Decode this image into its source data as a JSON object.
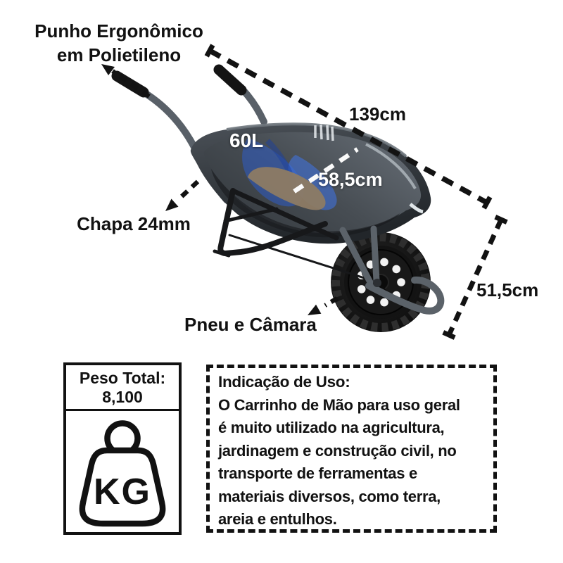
{
  "page": {
    "background": "#ffffff"
  },
  "annotations": {
    "handle_material": {
      "line1": "Punho Ergonômico",
      "line2": "em Polietileno"
    },
    "length": "139cm",
    "capacity": "60L",
    "bucket_width": "58,5cm",
    "sheet": "Chapa 24mm",
    "height": "51,5cm",
    "tire": "Pneu e Câmara"
  },
  "weight_box": {
    "title": "Peso Total:",
    "value": "8,100",
    "unit": "KG"
  },
  "usage_box": {
    "title": "Indicação de Uso:",
    "lines": [
      "O Carrinho de Mão para uso geral",
      "é muito utilizado na agricultura,",
      "jardinagem e construção civil, no",
      "transporte de ferramentas e",
      "materiais diversos, como terra,",
      "areia e entulhos."
    ]
  },
  "colors": {
    "text": "#121212",
    "bucket": "#3a4046",
    "frame_tube": "#5b6269",
    "interior_blue": "#2f63d4",
    "cardboard": "#8d7b64",
    "white_label": "#ffffff"
  }
}
